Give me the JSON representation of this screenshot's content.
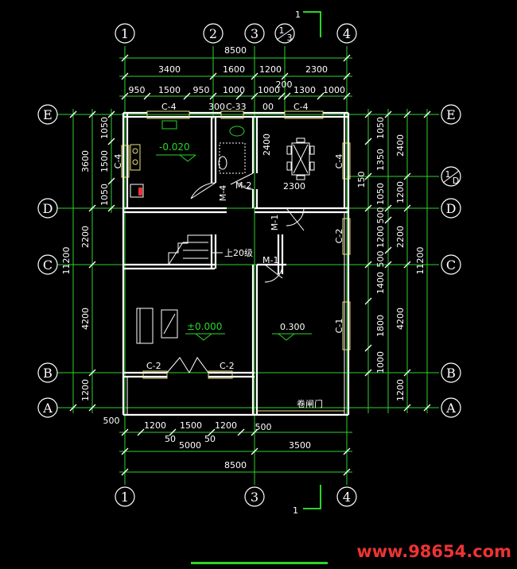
{
  "axes": {
    "top": [
      "1",
      "2",
      "3",
      "4"
    ],
    "top_sub": {
      "num": "1",
      "den": "3"
    },
    "bottom": [
      "1",
      "3",
      "4"
    ],
    "left": [
      "E",
      "D",
      "C",
      "B",
      "A"
    ],
    "right": [
      "E",
      "D",
      "C",
      "B",
      "A"
    ],
    "right_sub": {
      "num": "1",
      "den": "D"
    }
  },
  "section_mark": "1",
  "dims_top": {
    "total": "8500",
    "row2": [
      "3400",
      "1600",
      "1200",
      "2300"
    ],
    "row3": [
      "950",
      "1500",
      "950",
      "1000",
      "1000",
      "200",
      "1300",
      "1000"
    ]
  },
  "dims_bottom": {
    "row1": [
      "500",
      "1200",
      "1500",
      "1200",
      "500"
    ],
    "row1b": [
      "50",
      "50"
    ],
    "row2": [
      "5000",
      "3500"
    ],
    "total": "8500"
  },
  "dims_left": {
    "total": "11200",
    "bays": [
      "3600",
      "2200",
      "4200",
      "1200"
    ],
    "sub": [
      "1050",
      "1500",
      "1050"
    ]
  },
  "dims_right": {
    "total": "11200",
    "bays": [
      "2400",
      "1200",
      "2200",
      "4200",
      "1200"
    ],
    "sub": [
      "1050",
      "1350",
      "150",
      "1050",
      "500",
      "1200",
      "500",
      "1400",
      "1800",
      "1000"
    ]
  },
  "labels": {
    "c4_1": "C-4",
    "c33": "C-33",
    "c4_2": "C-4",
    "c4_left": "C-4",
    "c4_right": "C-4",
    "c2_right": "C-2",
    "c1_right": "C-1",
    "c2_bl": "C-2",
    "c2_br": "C-2",
    "m4": "M-4",
    "m2": "M-2",
    "m1a": "M-1",
    "m1b": "M-1",
    "dim_300": "300",
    "dim_00": "00",
    "dim_2400": "2400",
    "dim_2300": "2300",
    "level_kitchen": "-0.020",
    "level_living": "±0.000",
    "level_garage": "0.300",
    "stair_note": "上20级",
    "door_note": "卷闸门"
  },
  "watermark": "www.98654.com",
  "colors": {
    "bg": "#000000",
    "grid": "#2bd42b",
    "line": "#ffffff",
    "window": "#e8e080",
    "watermark": "#e33333"
  }
}
